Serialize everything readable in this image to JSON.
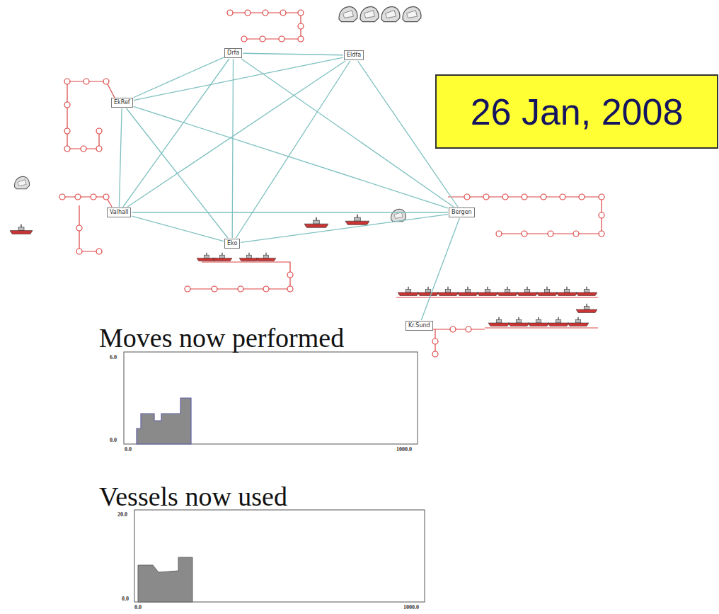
{
  "diagram": {
    "nodes": [
      {
        "text": [
          "Drfa"
        ]
      },
      {
        "text": [
          "Eldfa"
        ]
      },
      {
        "text": [
          "26 Jan, 2008"
        ]
      },
      {
        "text": [
          "EkRef"
        ]
      },
      {
        "text": [
          "Valhall"
        ]
      },
      {
        "text": [
          "Bergen"
        ]
      },
      {
        "text": [
          "Eko"
        ]
      },
      {
        "text": [
          "Kr.Sund"
        ]
      }
    ],
    "edges": [
      {
        "from": 3,
        "to": 0,
        "arrow": "none"
      },
      {
        "from": 3,
        "to": 1,
        "arrow": "none"
      },
      {
        "from": 3,
        "to": 4,
        "arrow": "none"
      },
      {
        "from": 3,
        "to": 5,
        "arrow": "none"
      },
      {
        "from": 3,
        "to": 6,
        "arrow": "none"
      },
      {
        "from": 0,
        "to": 1,
        "arrow": "none"
      },
      {
        "from": 0,
        "to": 4,
        "arrow": "none"
      },
      {
        "from": 0,
        "to": 5,
        "arrow": "none"
      },
      {
        "from": 0,
        "to": 6,
        "arrow": "none"
      },
      {
        "from": 1,
        "to": 4,
        "arrow": "none"
      },
      {
        "from": 1,
        "to": 5,
        "arrow": "none"
      },
      {
        "from": 1,
        "to": 6,
        "arrow": "none"
      },
      {
        "from": 4,
        "to": 5,
        "arrow": "none"
      },
      {
        "from": 4,
        "to": 6,
        "arrow": "none"
      },
      {
        "from": 6,
        "to": 5,
        "arrow": "none"
      },
      {
        "from": 5,
        "to": 7,
        "arrow": "none"
      }
    ],
    "labels": [
      "Moves now performed",
      "6.0",
      "0.0",
      "0.0",
      "1000.0",
      "Vessels now used",
      "20.0",
      "0.0",
      "0.0",
      "1000.0"
    ]
  }
}
